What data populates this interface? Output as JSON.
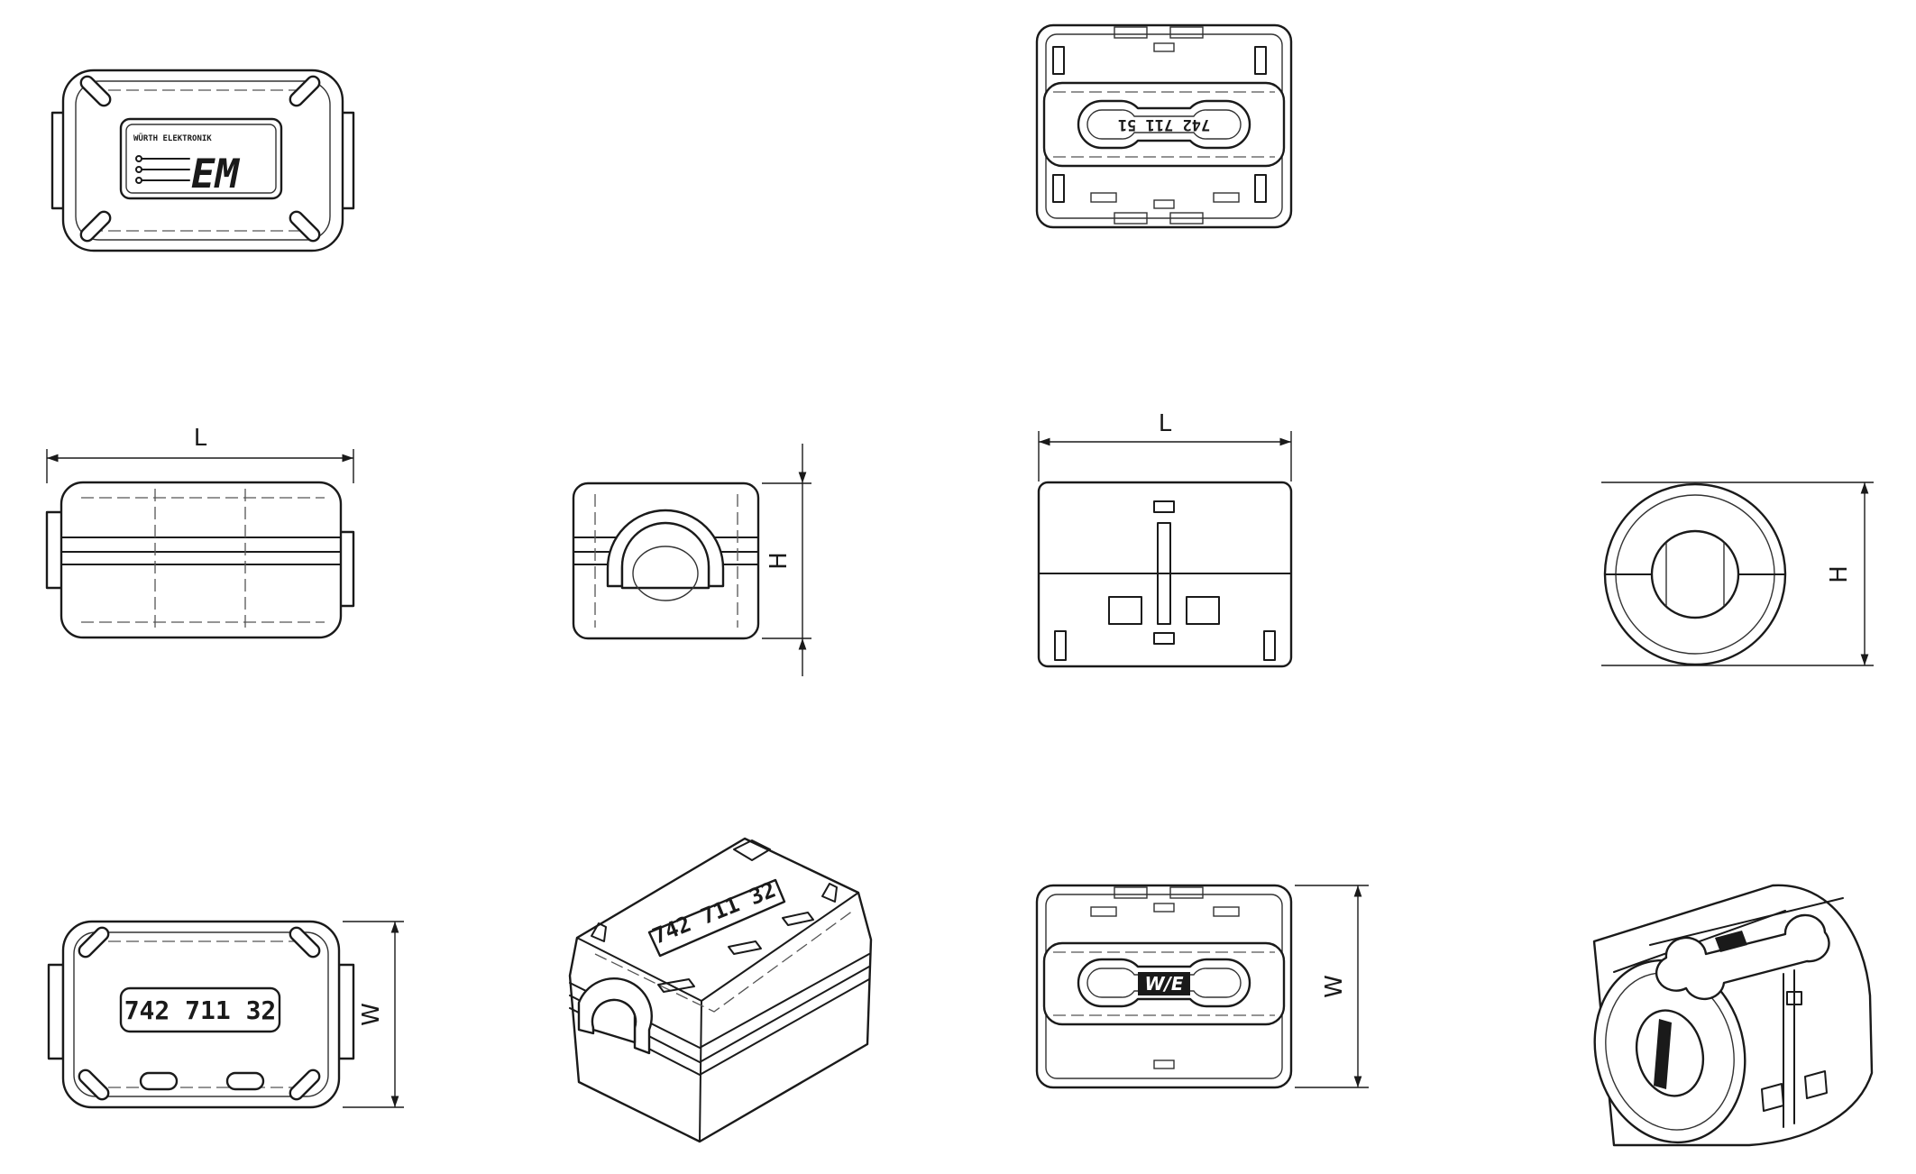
{
  "drawing": {
    "dimension_labels": {
      "length": "L",
      "height": "H",
      "width": "W"
    },
    "part_numbers": {
      "bottom_view": "742 711 32",
      "isometric_view": "742 711 32",
      "top_slot_label": "742 711 51"
    },
    "logos": {
      "top_badge_text": "WÜRTH ELEKTRONIK",
      "monogram": "W/E",
      "badge_mark": "EM"
    }
  }
}
